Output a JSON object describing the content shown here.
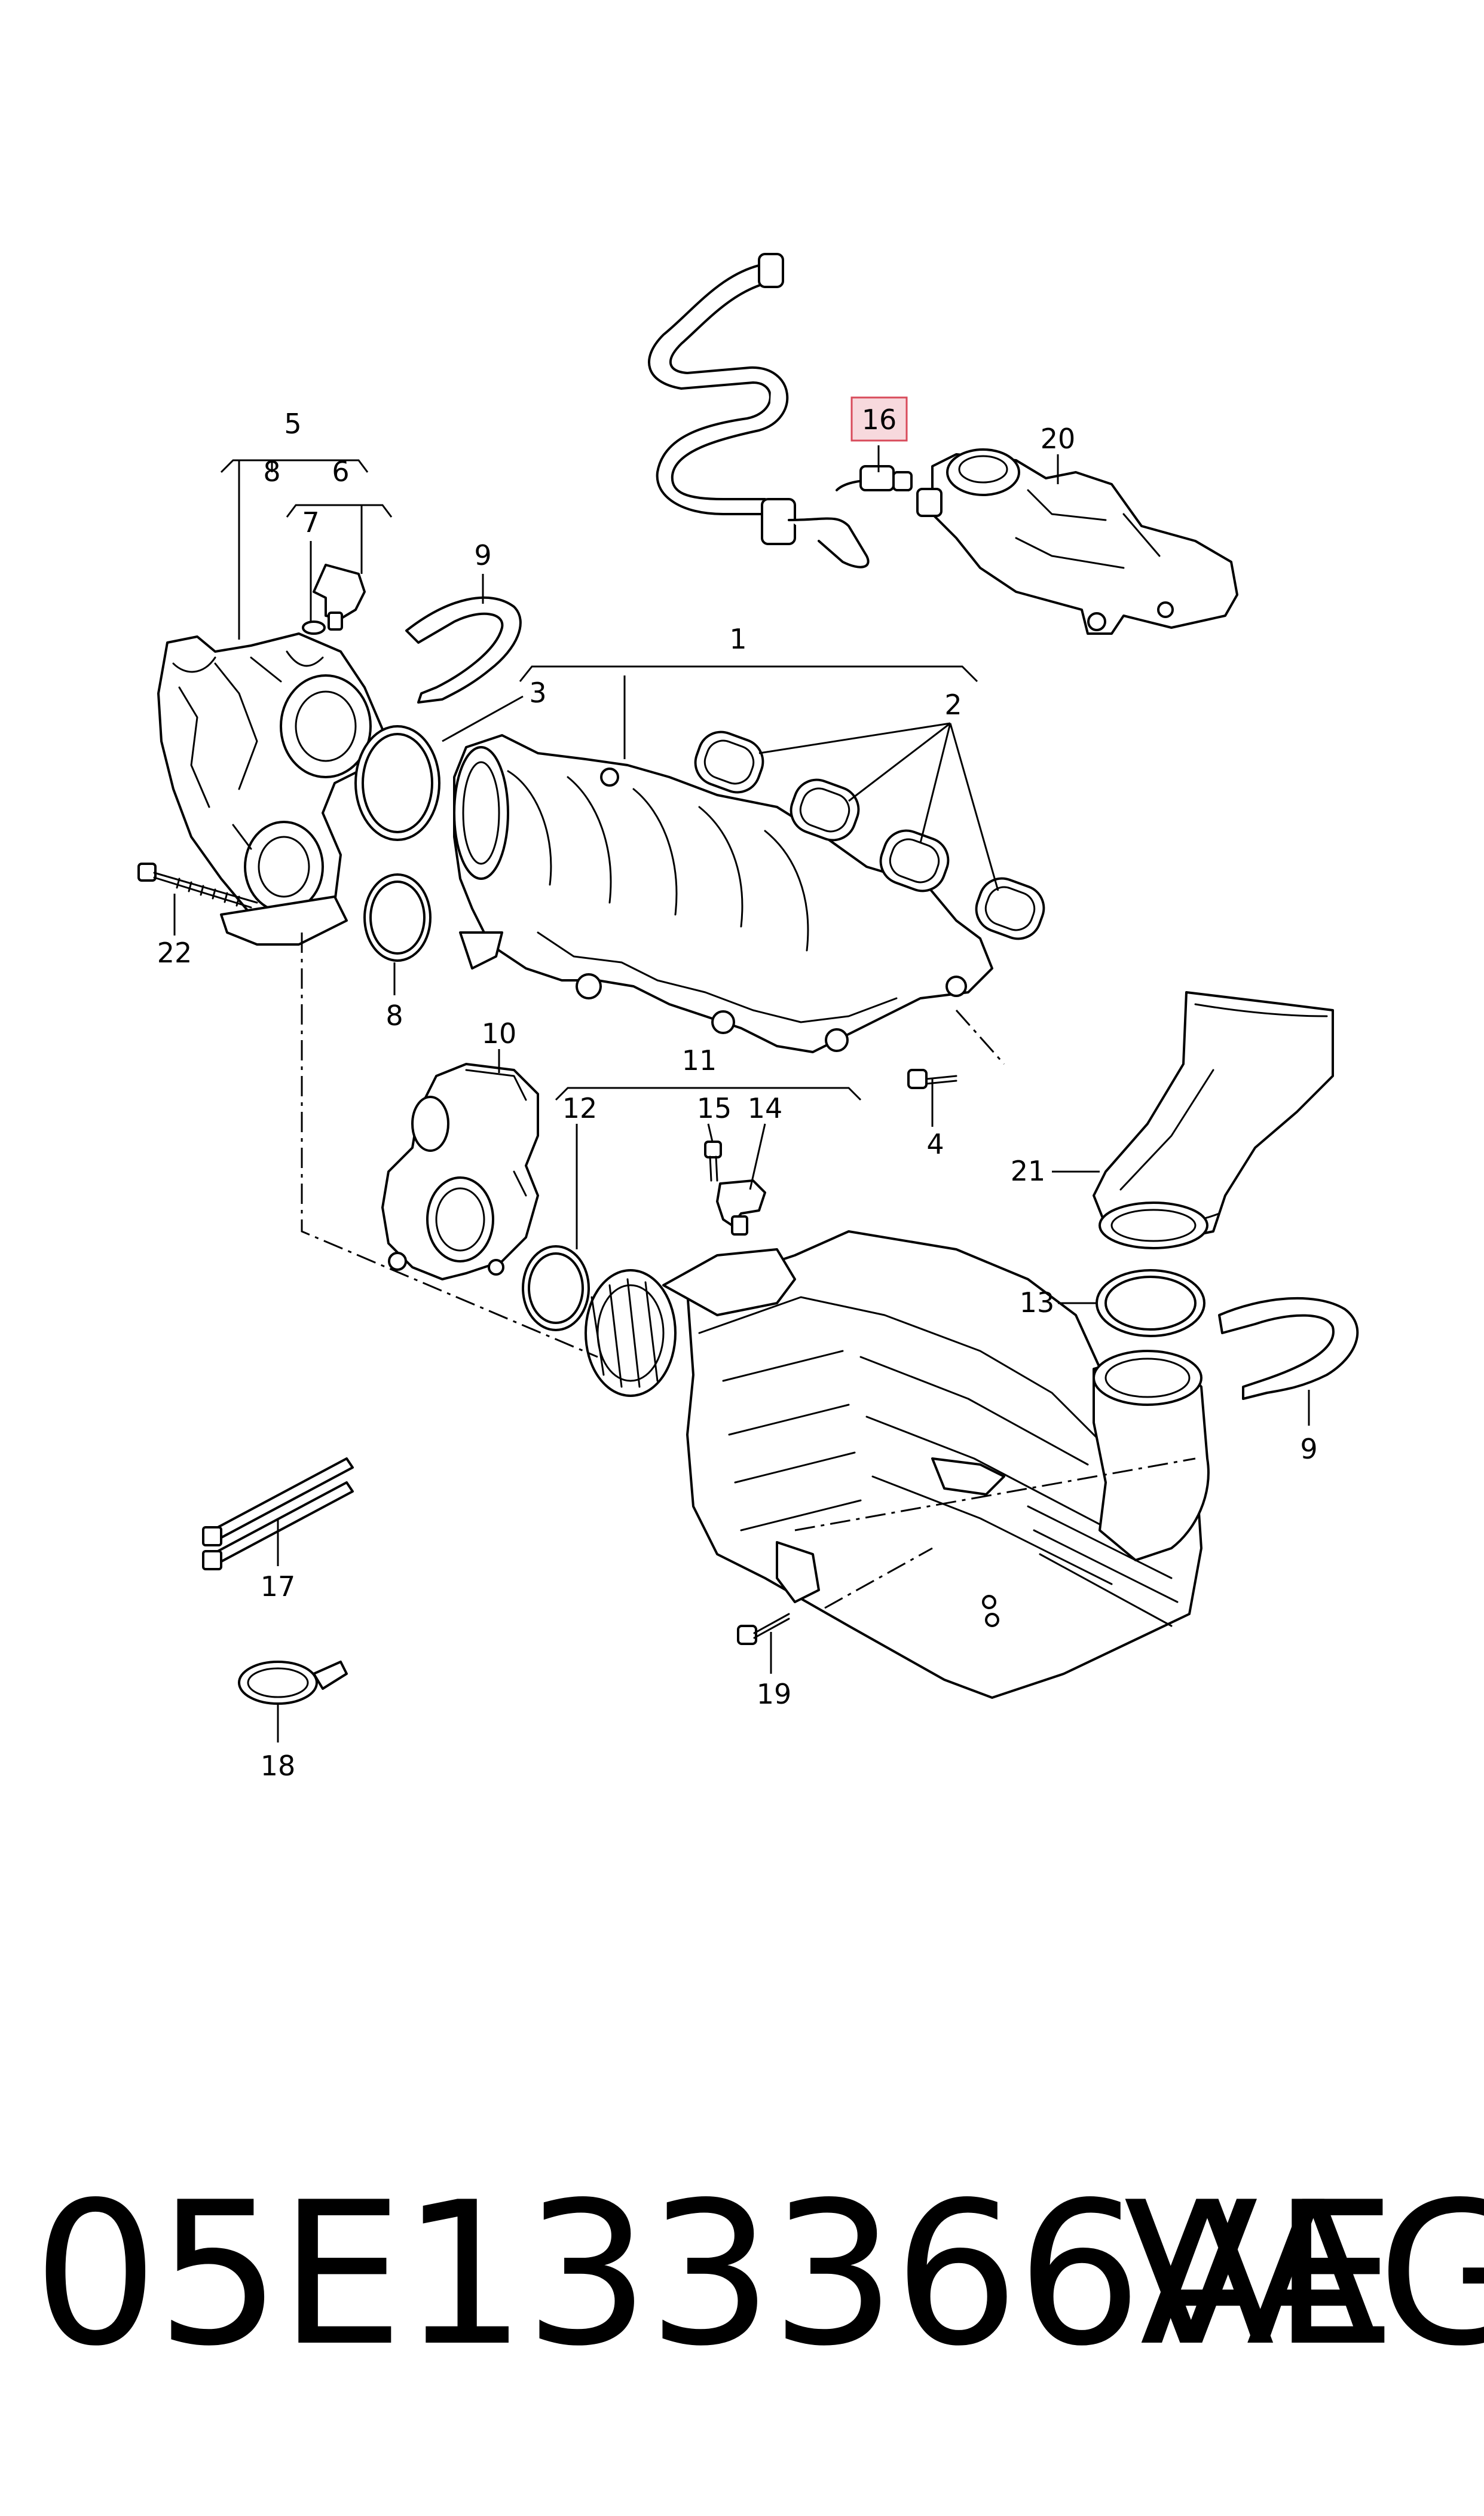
{
  "callouts": {
    "c1": "1",
    "c2": "2",
    "c3": "3",
    "c4": "4",
    "c5": "5",
    "c6": "6",
    "c7": "7",
    "c8a": "8",
    "c8b": "8",
    "c9a": "9",
    "c9b": "9",
    "c10": "10",
    "c11": "11",
    "c12": "12",
    "c13": "13",
    "c14": "14",
    "c15": "15",
    "c16": "16",
    "c17": "17",
    "c18": "18",
    "c19": "19",
    "c20": "20",
    "c21": "21",
    "c22": "22"
  },
  "highlight": {
    "color": "#d84b5b"
  },
  "footer": {
    "part_number": "05E133366AE",
    "brand": "VAG"
  }
}
